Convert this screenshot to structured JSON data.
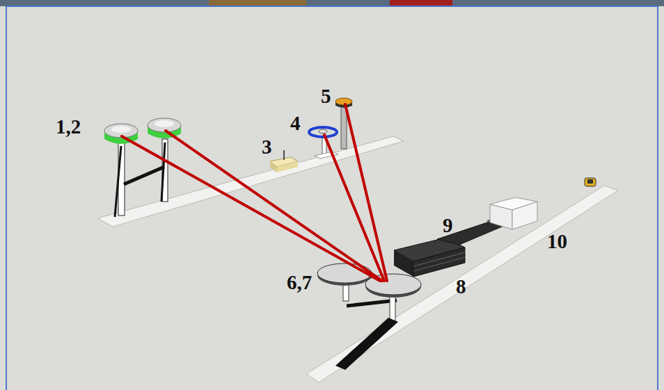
{
  "diagram": {
    "labels": [
      "1,2",
      "3",
      "4",
      "5",
      "6,7",
      "8",
      "9",
      "10"
    ]
  }
}
